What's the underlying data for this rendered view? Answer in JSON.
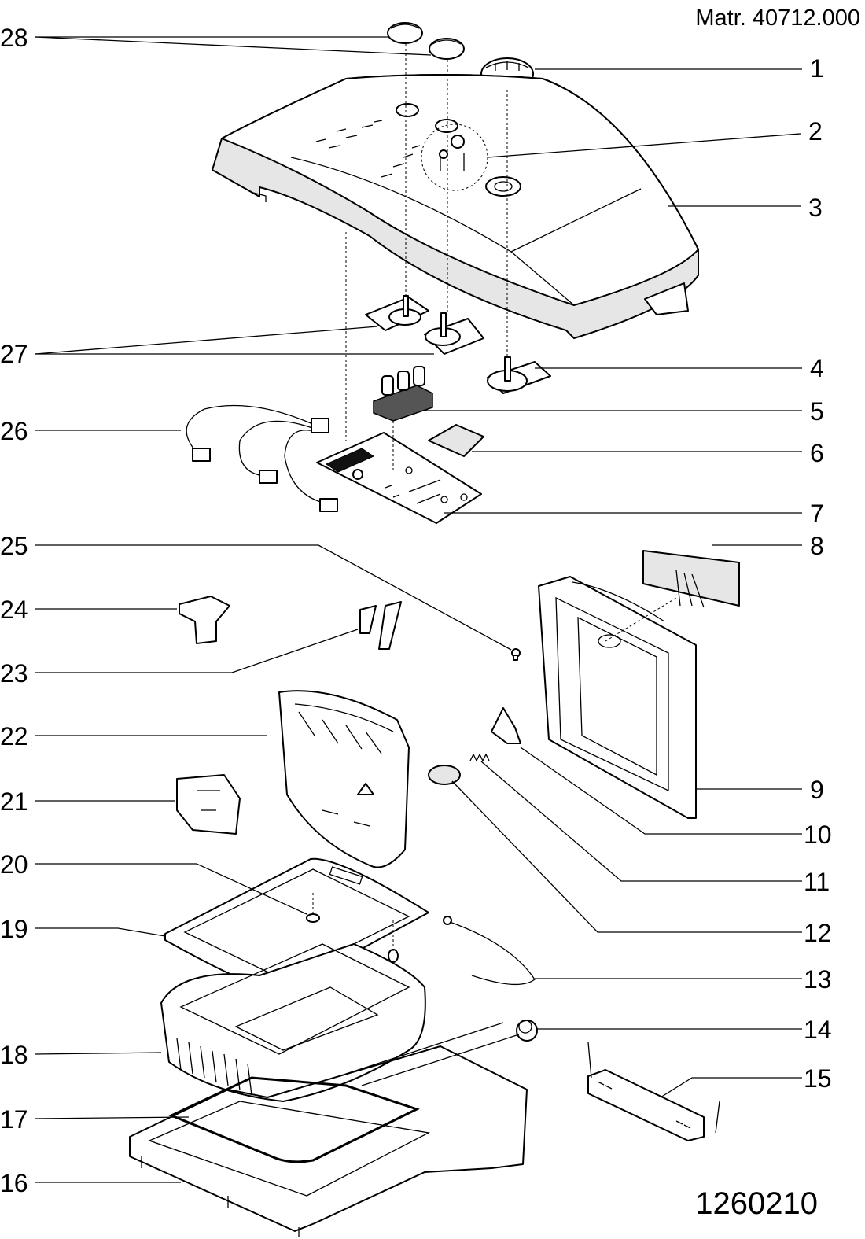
{
  "header": {
    "material_number": "Matr. 40712.000"
  },
  "footer": {
    "drawing_code": "1260210"
  },
  "callouts": [
    "28",
    "1",
    "2",
    "3",
    "27",
    "4",
    "26",
    "5",
    "6",
    "7",
    "25",
    "8",
    "24",
    "23",
    "22",
    "9",
    "21",
    "10",
    "11",
    "20",
    "12",
    "19",
    "13",
    "14",
    "18",
    "15",
    "17",
    "16"
  ]
}
